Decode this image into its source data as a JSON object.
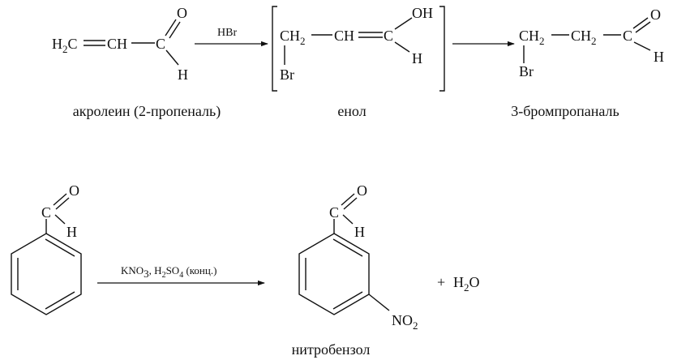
{
  "reaction1": {
    "reactant": {
      "h2c": "H",
      "h2c_sub": "2",
      "h2c_end": "C",
      "ch": "CH",
      "c": "C",
      "o": "O",
      "h": "H"
    },
    "reagent": "HBr",
    "enol": {
      "ch2": "CH",
      "ch2_sub": "2",
      "ch": "CH",
      "c": "C",
      "oh": "OH",
      "h": "H",
      "br": "Br"
    },
    "product": {
      "ch2a": "CH",
      "ch2a_sub": "2",
      "ch2b": "CH",
      "ch2b_sub": "2",
      "c": "C",
      "o": "O",
      "h": "H",
      "br": "Br"
    },
    "labels": {
      "reactant": "акролеин (2-пропеналь)",
      "intermediate": "енол",
      "product": "3-бромпропаналь"
    }
  },
  "reaction2": {
    "reactant": {
      "c": "C",
      "o": "O",
      "h": "H"
    },
    "reagent": {
      "p1": "KNO",
      "p1_sub": "3",
      "p2": ", H",
      "p2_sub": "2",
      "p3": "SO",
      "p3_sub": "4",
      "p4": " (конц.)"
    },
    "product": {
      "c": "C",
      "o": "O",
      "h": "H",
      "no2": "NO",
      "no2_sub": "2"
    },
    "plus": "+",
    "water": {
      "h": "H",
      "sub": "2",
      "o": "O"
    },
    "labels": {
      "product": "нитробензол"
    }
  },
  "colors": {
    "ink": "#111111",
    "background": "#ffffff"
  }
}
